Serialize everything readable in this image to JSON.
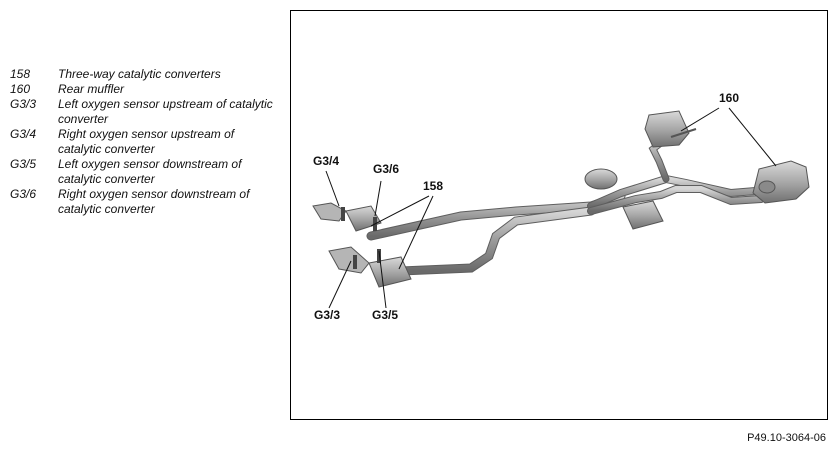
{
  "legend": [
    {
      "code": "158",
      "text": "Three-way catalytic converters"
    },
    {
      "code": "160",
      "text": "Rear muffler"
    },
    {
      "code": "G3/3",
      "text": "Left oxygen sensor upstream of catalytic converter"
    },
    {
      "code": "G3/4",
      "text": "Right oxygen sensor upstream of catalytic converter"
    },
    {
      "code": "G3/5",
      "text": "Left oxygen sensor downstream of catalytic converter"
    },
    {
      "code": "G3/6",
      "text": "Right oxygen sensor downstream of catalytic converter"
    }
  ],
  "callouts": {
    "g34": "G3/4",
    "g36": "G3/6",
    "c158": "158",
    "c160": "160",
    "g33": "G3/3",
    "g35": "G3/5"
  },
  "figure_id": "P49.10-3064-06",
  "colors": {
    "metal": "#9a9a9a",
    "metal_dark": "#6f6f6f",
    "metal_light": "#cfcfcf",
    "border": "#000000"
  }
}
